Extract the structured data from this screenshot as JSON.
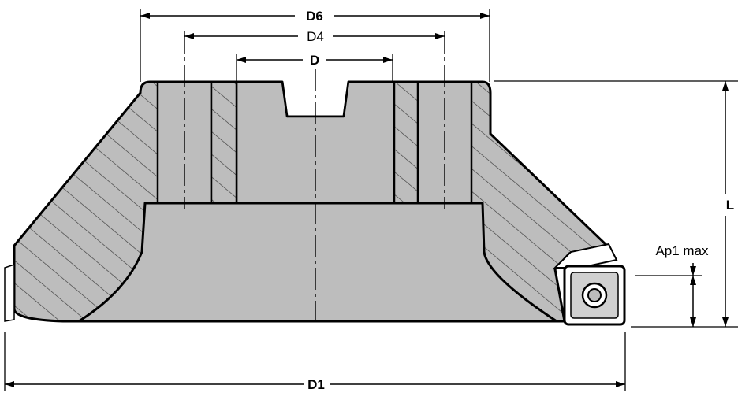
{
  "labels": {
    "d6": "D6",
    "d4": "D4",
    "d": "D",
    "l": "L",
    "ap1": "Ap1 max",
    "d1": "D1"
  },
  "colors": {
    "body": "#bdbdbd",
    "hatch": "#3a3a3a",
    "insert": "#d0d0d0",
    "line": "#000000"
  }
}
